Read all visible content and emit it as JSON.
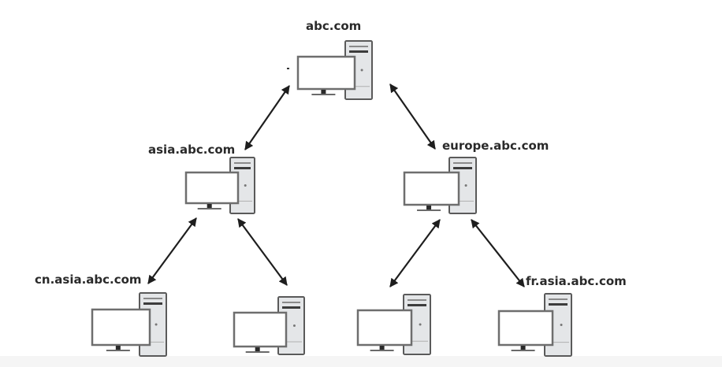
{
  "diagram": {
    "title": "Domain tree",
    "colors": {
      "line": "#1e1e1e",
      "monitor_frame": "#6e6e6e",
      "tower_fill": "#e4e6e8",
      "tower_frame": "#5a5a5a",
      "label": "#2a2a2a"
    },
    "nodes": [
      {
        "id": "root",
        "label": "abc.com",
        "parent": null
      },
      {
        "id": "asia",
        "label": "asia.abc.com",
        "parent": "root"
      },
      {
        "id": "europe",
        "label": "europe.abc.com",
        "parent": "root"
      },
      {
        "id": "cn",
        "label": "cn.asia.abc.com",
        "parent": "asia"
      },
      {
        "id": "asia-child-2",
        "label": "",
        "parent": "asia"
      },
      {
        "id": "europe-child-1",
        "label": "",
        "parent": "europe"
      },
      {
        "id": "fr",
        "label": "fr.asia.abc.com",
        "parent": "europe"
      }
    ],
    "edges": [
      {
        "from": "root",
        "to": "asia",
        "type": "bidirectional"
      },
      {
        "from": "root",
        "to": "europe",
        "type": "bidirectional"
      },
      {
        "from": "asia",
        "to": "cn",
        "type": "bidirectional"
      },
      {
        "from": "asia",
        "to": "asia-child-2",
        "type": "bidirectional"
      },
      {
        "from": "europe",
        "to": "europe-child-1",
        "type": "bidirectional"
      },
      {
        "from": "europe",
        "to": "fr",
        "type": "bidirectional"
      }
    ]
  }
}
